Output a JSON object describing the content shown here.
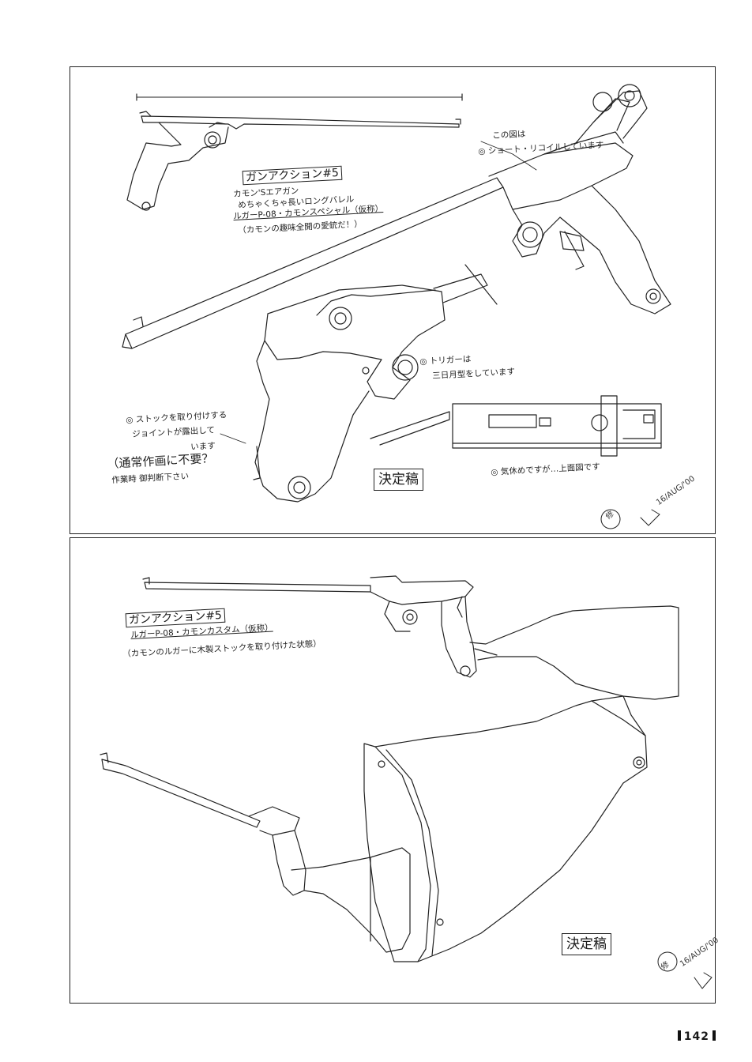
{
  "page_number": "142",
  "top_panel": {
    "title": "ガンアクション#5",
    "desc_line1": "カモン'Sエアガン",
    "desc_line2": "めちゃくちゃ長いロングバレル",
    "desc_line3": "ルガーP-08・カモンスペシャル（仮称）",
    "desc_line4": "（カモンの趣味全開の愛銃だ！）",
    "note_recoil_1": "この図は",
    "note_recoil_2": "◎ ショート・リコイルしています",
    "note_trigger_1": "◎ トリガーは",
    "note_trigger_2": "三日月型をしています",
    "note_joint_1": "◎ ストックを取り付けする",
    "note_joint_2": "ジョイントが露出して",
    "note_joint_3": "います",
    "note_question_1": "（通常作画に不要？",
    "note_question_2": "作業時 御判断下さい",
    "note_topview": "◎ 気休めですが…上面図です",
    "stamp": "決定稿",
    "signature_mark": "修",
    "signature_date": "16/AUG/'00"
  },
  "bottom_panel": {
    "title": "ガンアクション#5",
    "desc_line1": "ルガーP-08・カモンカスタム（仮称）",
    "desc_line2": "（カモンのルガーに木製ストックを取り付けた状態）",
    "stamp": "決定稿",
    "signature_mark": "修",
    "signature_date": "16/AUG/'00"
  }
}
